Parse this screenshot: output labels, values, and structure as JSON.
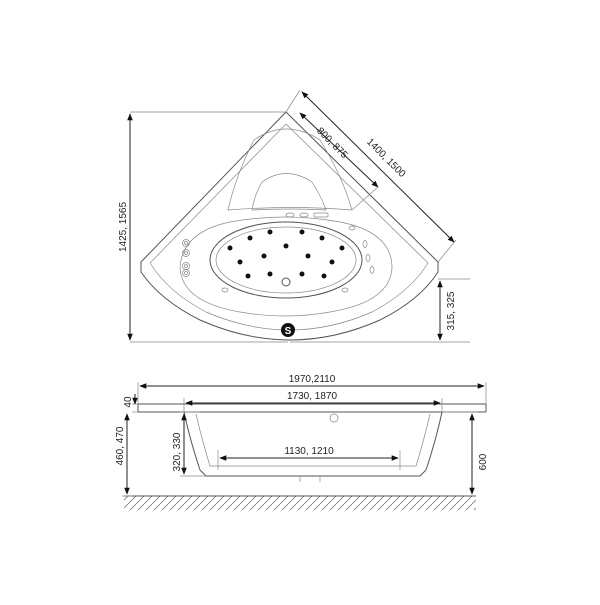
{
  "top_view": {
    "dim_height": "1425, 1565",
    "dim_side_long": "1400, 1500",
    "dim_side_short": "800, 875",
    "dim_front": "315, 325",
    "logo_letter": "S"
  },
  "side_view": {
    "dim_total_width": "1970,2110",
    "dim_inner_width": "1730, 1870",
    "dim_bottom_width": "1130, 1210",
    "dim_rim": "40",
    "dim_total_height": "460, 470",
    "dim_inner_depth": "320, 330",
    "dim_floor_height": "600"
  }
}
